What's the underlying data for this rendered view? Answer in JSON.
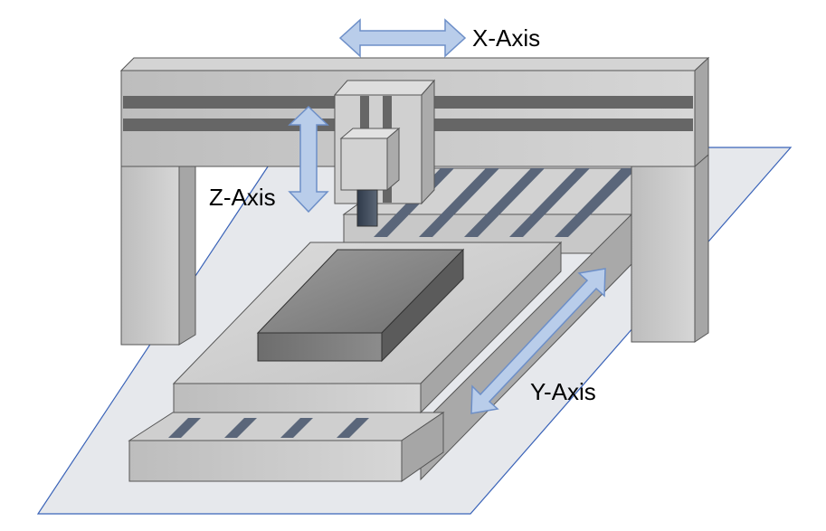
{
  "labels": {
    "x_axis": "X-Axis",
    "y_axis": "Y-Axis",
    "z_axis": "Z-Axis"
  },
  "colors": {
    "floor": "#e6e8ec",
    "floor_stroke": "#3a63b8",
    "arrow_fill": "#b9cdea",
    "arrow_stroke": "#6d8fc8",
    "slot": "#5a667a",
    "outline": "#555555"
  }
}
